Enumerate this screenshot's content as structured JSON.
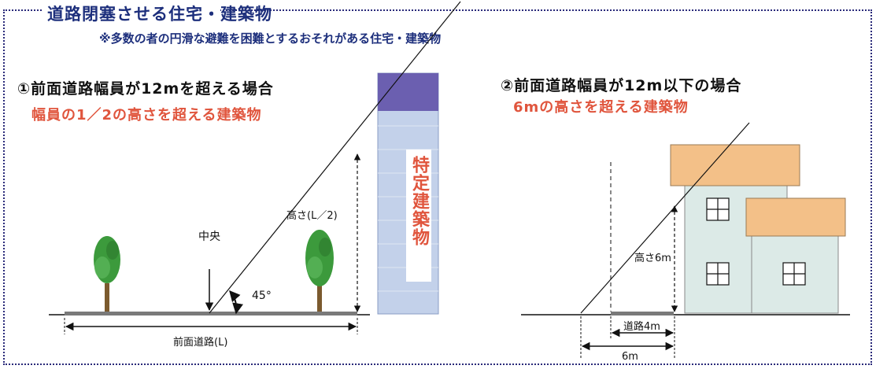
{
  "title": "道路閉塞させる住宅・建築物",
  "subtitle": "※多数の者の円滑な避難を困難とするおそれがある住宅・建築物",
  "case1": {
    "heading": "①前面道路幅員が12mを超える場合",
    "sub": "幅員の1／2の高さを超える建築物",
    "center_label": "中央",
    "angle_label": "45°",
    "height_label": "高さ(L／2)",
    "road_label": "前面道路(L)",
    "building_label": "特定建築物"
  },
  "case2": {
    "heading": "②前面道路幅員が12m以下の場合",
    "sub": "6mの高さを超える建築物",
    "height_label": "高さ6m",
    "road_label": "道路4m",
    "distance_label": "6m"
  },
  "colors": {
    "title": "#1d2f7c",
    "accent": "#e0553d",
    "building_blue": "#c3d1ea",
    "building_top": "#6b5fb0",
    "roof": "#f3c088",
    "house_wall": "#dceae7",
    "tree": "#3c9a3c"
  }
}
